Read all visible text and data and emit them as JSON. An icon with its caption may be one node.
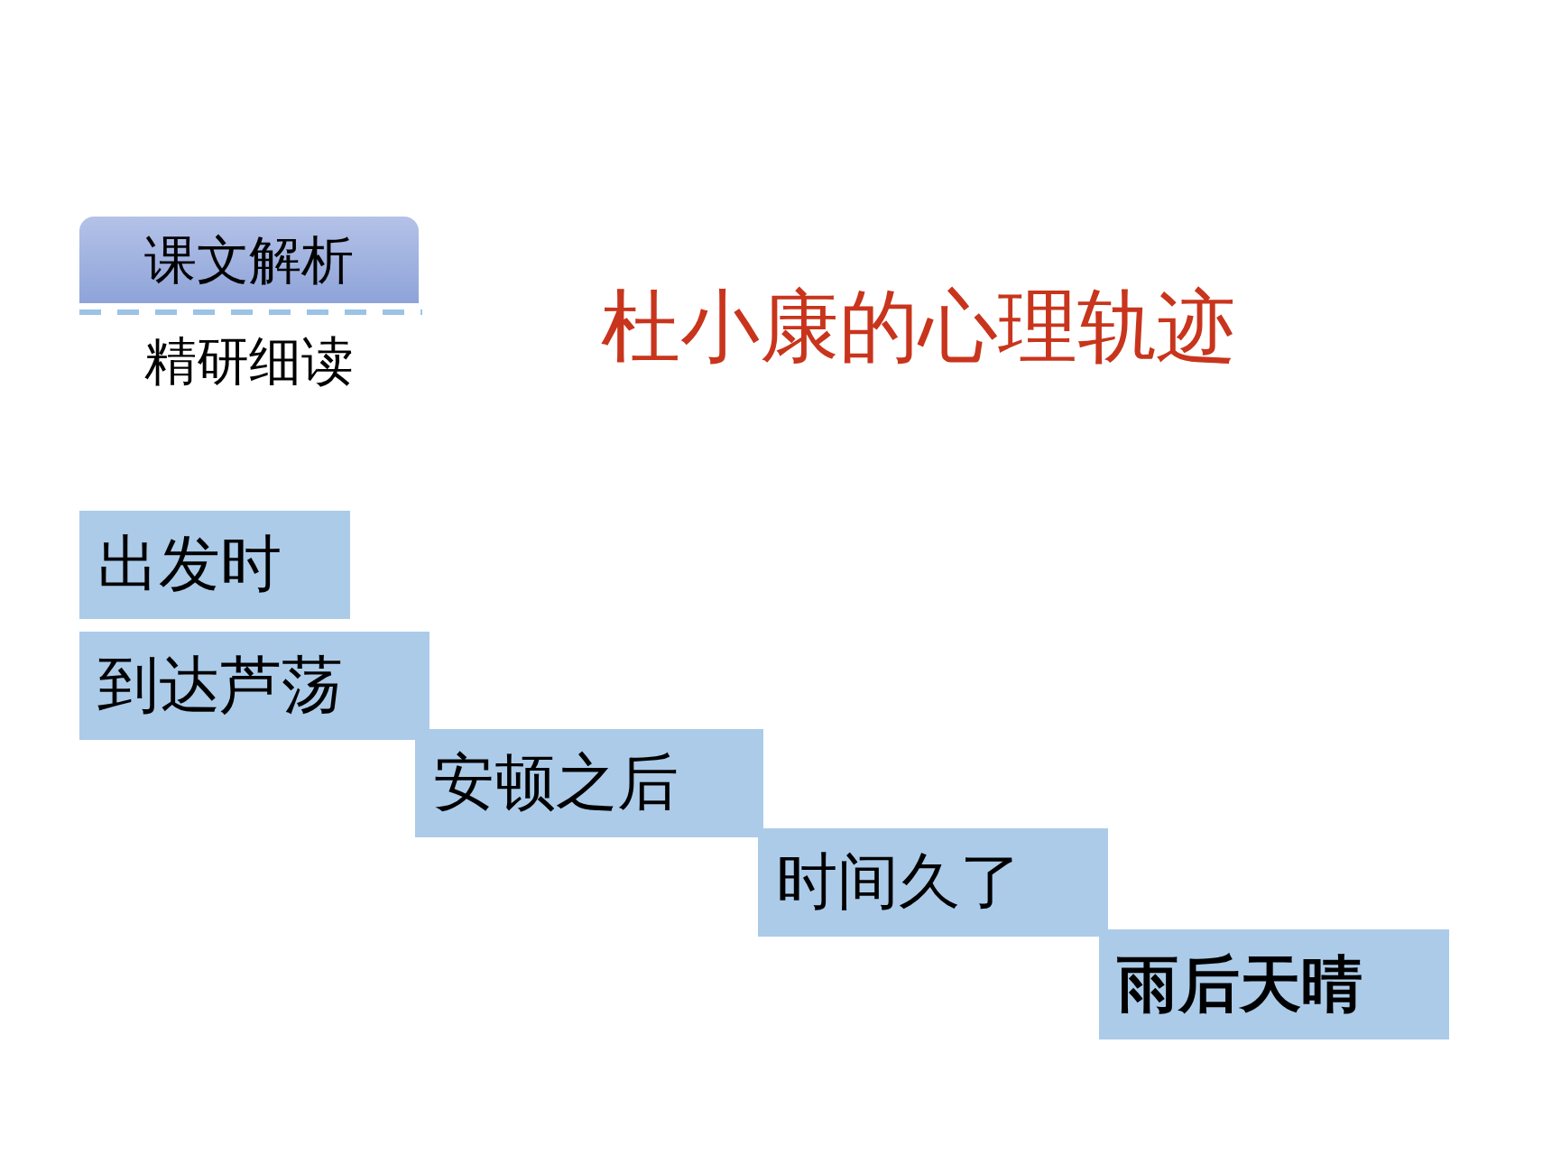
{
  "diagram": {
    "title": "杜小康的心理轨迹",
    "nodes": [
      {
        "text": [
          "课文解析"
        ]
      },
      {
        "text": [
          "出发时"
        ]
      },
      {
        "text": [
          "到达芦荡"
        ]
      },
      {
        "text": [
          "安顿之后"
        ]
      },
      {
        "text": [
          "时间久了"
        ]
      },
      {
        "text": [
          "雨后天晴"
        ]
      }
    ],
    "labels": [
      "精研细读"
    ]
  }
}
